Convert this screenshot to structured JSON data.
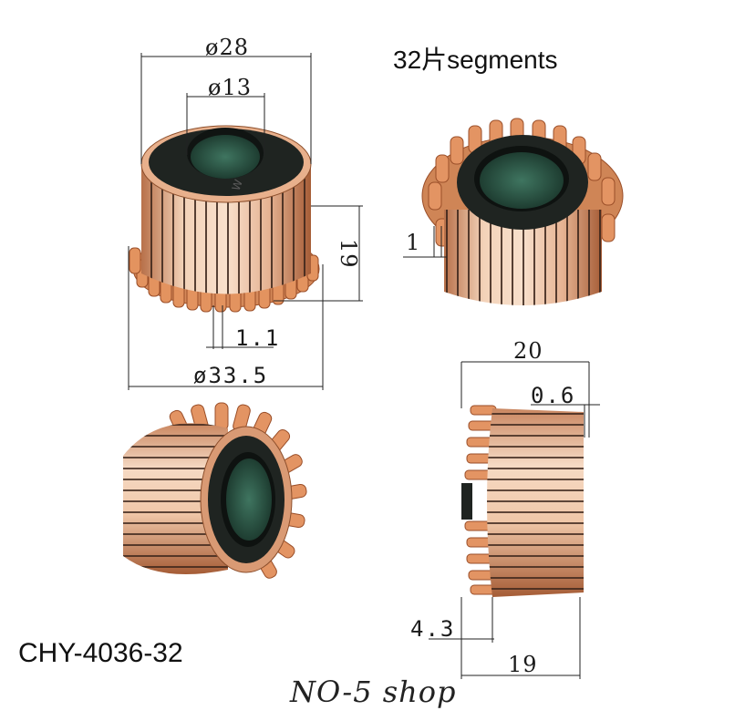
{
  "product": {
    "segments_label": "32片segments",
    "model": "CHY-4036-32",
    "watermark": "NO-5 shop"
  },
  "dimensions": {
    "outer_diameter": "ø28",
    "inner_diameter": "ø13",
    "height": "19",
    "slot_width": "1.1",
    "hook_diameter": "ø33.5",
    "top_slot": "1",
    "total_length": "20",
    "gap": "0.6",
    "hook_length": "4.3",
    "body_length": "19"
  },
  "colors": {
    "copper_light": "#f3d0b4",
    "copper_mid": "#d99a74",
    "copper_dark": "#a35a35",
    "slot": "#3a241a",
    "insulator_black": "#1f2421",
    "insulator_green": "#2f5a49"
  }
}
